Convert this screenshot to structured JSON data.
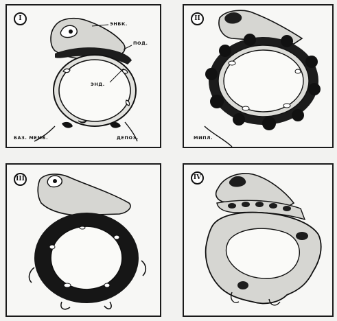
{
  "panels": [
    {
      "numeral": "I",
      "labels": {
        "endo_top": "ЭНБК.",
        "pod": "ПОД.",
        "endo_mid": "ЭНД.",
        "baz_memb": "БАЗ. МЕМБ.",
        "depoz": "ДЕПОЗ."
      }
    },
    {
      "numeral": "II",
      "labels": {
        "mipl": "МИПЛ."
      }
    },
    {
      "numeral": "III"
    },
    {
      "numeral": "IV"
    }
  ],
  "colors": {
    "ink": "#111111",
    "cytoplasm": "#d6d6d2",
    "paper": "#f7f7f5"
  }
}
